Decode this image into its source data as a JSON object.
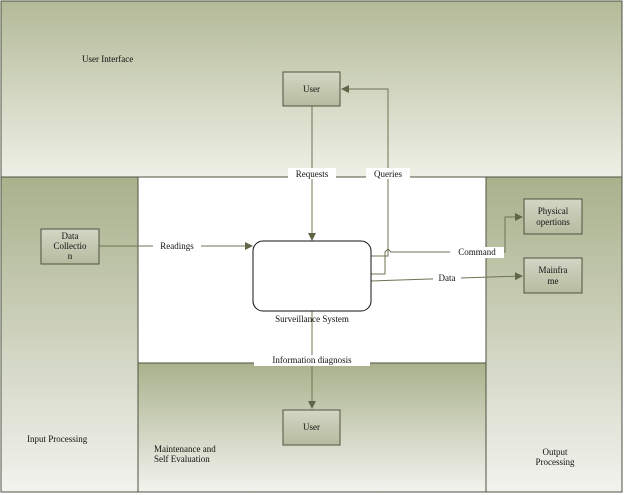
{
  "regions": {
    "user_interface": "User Interface",
    "input_processing": "Input Processing",
    "maintenance_line1": "Maintenance and",
    "maintenance_line2": "Self Evaluation",
    "output_line1": "Output",
    "output_line2": "Processing"
  },
  "nodes": {
    "user_top": "User",
    "data_collection_line1": "Data",
    "data_collection_line2": "Collectio",
    "data_collection_line3": "n",
    "surveillance_system": "Surveillance System",
    "physical_line1": "Physical",
    "physical_line2": "opertions",
    "mainframe_line1": "Mainfra",
    "mainframe_line2": "me",
    "user_bottom": "User"
  },
  "edges": {
    "requests": "Requests",
    "queries": "Queries",
    "readings": "Readings",
    "command": "Command",
    "data": "Data",
    "information_diagnosis": "Information diagnosis"
  },
  "colors": {
    "panel_top": "#a9b18c",
    "panel_bottom": "#f2f3ee",
    "node_fill": "#c5c9b4",
    "edge_color": "#6b7453",
    "border": "#4d5340"
  }
}
